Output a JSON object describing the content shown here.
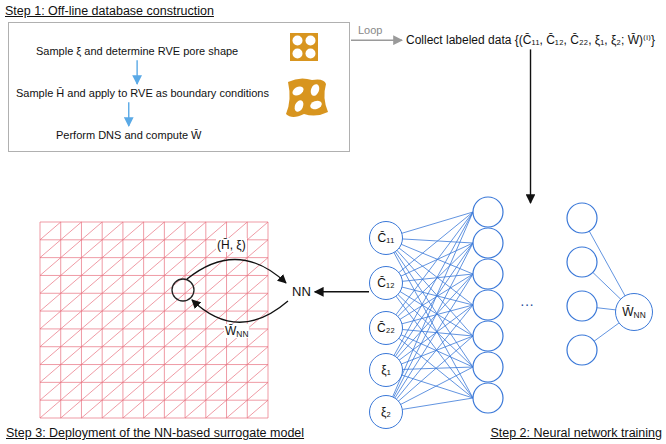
{
  "diagram": {
    "nodes": [
      {
        "text": [
          "Step 1: Off-line database construction"
        ]
      },
      {
        "text": [
          "Sample ξ and determine RVE pore shape"
        ],
        "in": 0
      },
      {
        "text": [
          "Sample H̄ and apply to RVE as boundary conditions"
        ],
        "in": 0
      },
      {
        "text": [
          "Perform DNS and compute W̄"
        ],
        "in": 0
      },
      {
        "text": [
          "Collect labeled data {(C̄₁₁, C̄₁₂, C̄₂₂, ξ₁, ξ₂; W̄)⁽ⁱ⁾}"
        ]
      },
      {
        "text": [
          "Step 2: Neural network training"
        ]
      },
      {
        "text": [
          "C̄₁₁"
        ],
        "in": 5
      },
      {
        "text": [
          "C̄₁₂"
        ],
        "in": 5
      },
      {
        "text": [
          "C̄₂₂"
        ],
        "in": 5
      },
      {
        "text": [
          "ξ₁"
        ],
        "in": 5
      },
      {
        "text": [
          "ξ₂"
        ],
        "in": 5
      },
      {
        "text": [
          "W̄NN"
        ],
        "in": 5
      },
      {
        "text": [
          "Step 3: Deployment of the NN-based surrogate model"
        ]
      },
      {
        "text": [
          "NN"
        ],
        "in": 12
      }
    ],
    "edges": [
      {
        "from": 1,
        "to": 2,
        "arrow": "to"
      },
      {
        "from": 2,
        "to": 3,
        "arrow": "to"
      },
      {
        "from": 0,
        "to": 4,
        "arrow": "to"
      },
      {
        "from": 4,
        "to": 5,
        "arrow": "to"
      },
      {
        "from": 5,
        "to": 13,
        "arrow": "to"
      }
    ],
    "labels": [
      "Loop",
      "(H̄, ξ)",
      "W̄NN",
      "···"
    ]
  }
}
